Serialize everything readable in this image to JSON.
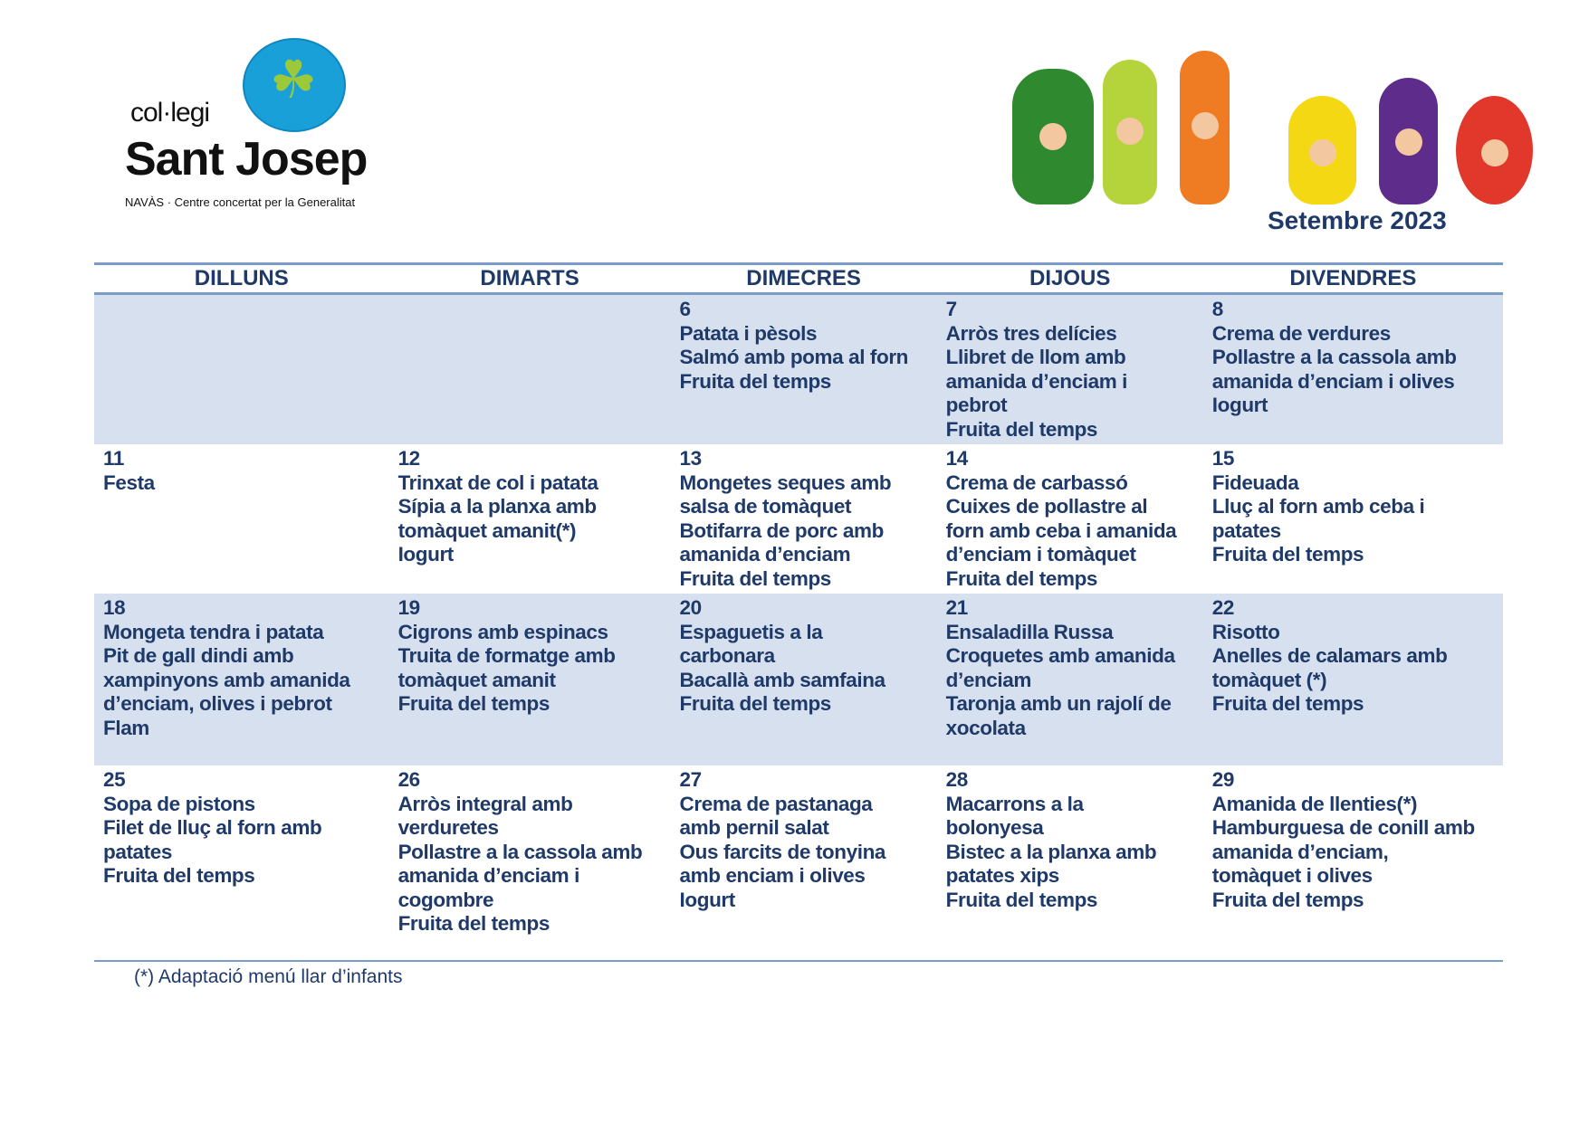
{
  "logo": {
    "prefix": "col·legi",
    "name": "Sant Josep",
    "subtitle": "NAVÀS · Centre concertat per la Generalitat"
  },
  "title": "Setembre 2023",
  "days": [
    "DILLUNS",
    "DIMARTS",
    "DIMECRES",
    "DIJOUS",
    "DIVENDRES"
  ],
  "weeks": [
    [
      {
        "day": "",
        "items": []
      },
      {
        "day": "",
        "items": []
      },
      {
        "day": "6",
        "items": [
          "Patata i pèsols",
          "Salmó amb poma al forn",
          "Fruita del temps"
        ]
      },
      {
        "day": "7",
        "items": [
          "Arròs tres delícies",
          "Llibret de llom amb",
          "amanida d’enciam i",
          "pebrot",
          "Fruita del temps"
        ]
      },
      {
        "day": "8",
        "items": [
          "Crema de verdures",
          "Pollastre a la cassola amb",
          "amanida d’enciam i olives",
          "Iogurt"
        ]
      }
    ],
    [
      {
        "day": "11",
        "items": [
          "Festa"
        ]
      },
      {
        "day": "12",
        "items": [
          "Trinxat de col i patata",
          "Sípia a la planxa  amb",
          "tomàquet amanit(*)",
          "Iogurt"
        ]
      },
      {
        "day": "13",
        "items": [
          "Mongetes seques amb",
          "salsa de tomàquet",
          "Botifarra de porc amb",
          "amanida d’enciam",
          "Fruita del temps"
        ]
      },
      {
        "day": "14",
        "items": [
          "Crema de carbassó",
          "Cuixes de pollastre al",
          "forn amb ceba i amanida",
          "d’enciam i tomàquet",
          "Fruita del temps"
        ]
      },
      {
        "day": "15",
        "items": [
          "Fideuada",
          "Lluç al forn amb ceba i",
          "patates",
          "Fruita del temps"
        ]
      }
    ],
    [
      {
        "day": "18",
        "items": [
          "Mongeta tendra i patata",
          "Pit de gall dindi amb",
          "xampinyons amb amanida",
          "d’enciam, olives i pebrot",
          "Flam"
        ]
      },
      {
        "day": "19",
        "items": [
          "Cigrons amb espinacs",
          "Truita de formatge amb",
          "tomàquet amanit",
          "Fruita del temps"
        ]
      },
      {
        "day": "20",
        "items": [
          "Espaguetis a la",
          "carbonara",
          "Bacallà amb samfaina",
          "Fruita del temps"
        ]
      },
      {
        "day": "21",
        "items": [
          "Ensaladilla Russa",
          "Croquetes amb amanida",
          "d’enciam",
          "Taronja amb un rajolí de",
          "xocolata"
        ]
      },
      {
        "day": "22",
        "items": [
          "Risotto",
          "Anelles de calamars amb",
          "tomàquet (*)",
          "Fruita del temps"
        ]
      }
    ],
    [
      {
        "day": "25",
        "items": [
          "Sopa de pistons",
          "Filet de lluç al forn amb",
          "patates",
          "Fruita del temps"
        ]
      },
      {
        "day": "26",
        "items": [
          "Arròs integral amb",
          "verduretes",
          "Pollastre a la cassola amb",
          "amanida d’enciam i",
          "cogombre",
          "Fruita del temps"
        ]
      },
      {
        "day": "27",
        "items": [
          "Crema de pastanaga",
          "amb pernil salat",
          "Ous farcits de tonyina",
          "amb enciam i olives",
          "Iogurt"
        ]
      },
      {
        "day": "28",
        "items": [
          "Macarrons a la",
          "bolonyesa",
          "Bistec a la planxa amb",
          "patates xips",
          "Fruita del temps"
        ]
      },
      {
        "day": "29",
        "items": [
          "Amanida de llenties(*)",
          "Hamburguesa de conill amb",
          "amanida d’enciam,",
          "tomàquet i olives",
          "Fruita del temps"
        ]
      }
    ]
  ],
  "footnote": "(*) Adaptació menú llar d’infants"
}
